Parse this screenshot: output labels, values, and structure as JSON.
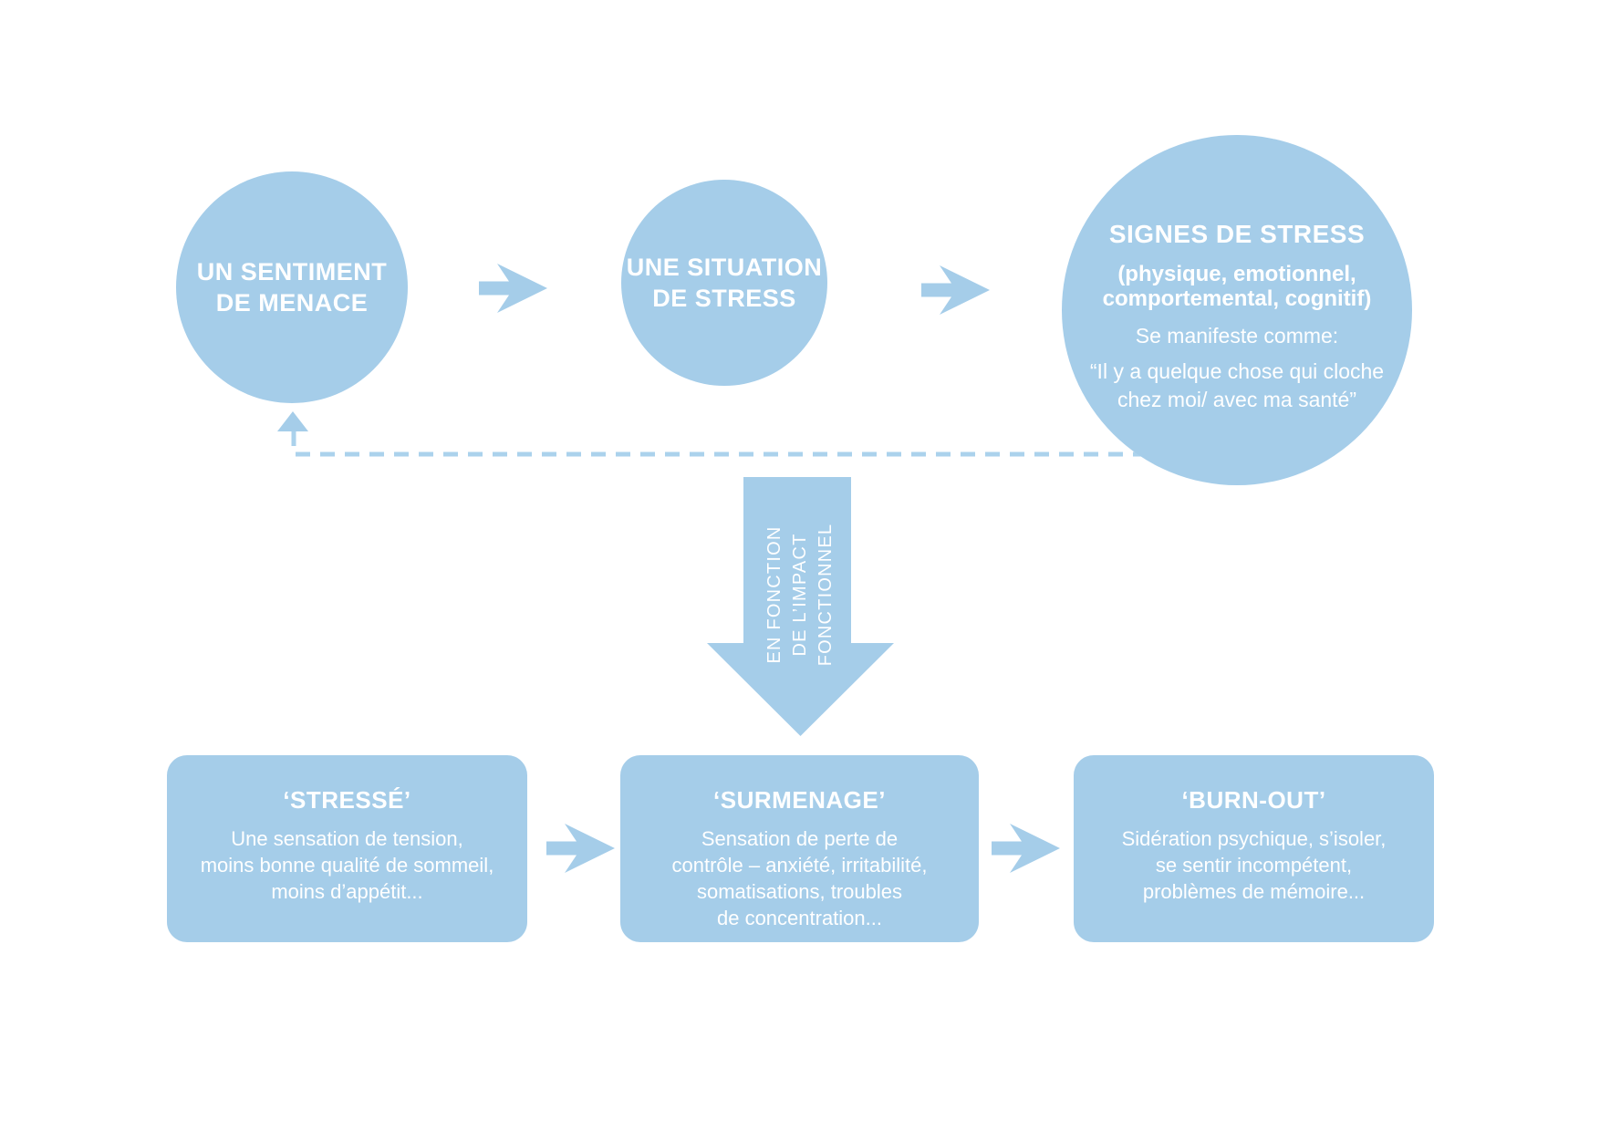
{
  "colors": {
    "shape_blue": "#a5cde9",
    "dash_blue": "#abd2ec",
    "text_white": "#ffffff",
    "background": "#ffffff"
  },
  "flow_top": {
    "circle_menace": {
      "lines": [
        "UN SENTIMENT",
        "DE MENACE"
      ]
    },
    "circle_situation": {
      "lines": [
        "UNE SITUATION",
        "DE STRESS"
      ]
    },
    "circle_signes": {
      "title": "SIGNES DE STRESS",
      "subtitle_lines": [
        "(physique, emotionnel,",
        "comportemental, cognitif)"
      ],
      "intro": "Se manifeste comme:",
      "quote_lines": [
        "“Il y a quelque chose qui cloche",
        "chez moi/ avec ma santé”"
      ]
    }
  },
  "down_arrow": {
    "label_lines": [
      "EN FONCTION",
      "DE L’IMPACT",
      "FONCTIONNEL"
    ]
  },
  "flow_bottom": {
    "box_stresse": {
      "title": "‘STRESSÉ’",
      "body_lines": [
        "Une sensation de tension,",
        "moins bonne qualité de sommeil,",
        "moins d’appétit..."
      ]
    },
    "box_surmenage": {
      "title": "‘SURMENAGE’",
      "body_lines": [
        "Sensation de perte de",
        "contrôle – anxiété, irritabilité,",
        "somatisations, troubles",
        "de concentration..."
      ]
    },
    "box_burnout": {
      "title": "‘BURN-OUT’",
      "body_lines": [
        "Sidération psychique, s’isoler,",
        "se sentir incompétent,",
        "problèmes de mémoire..."
      ]
    }
  }
}
